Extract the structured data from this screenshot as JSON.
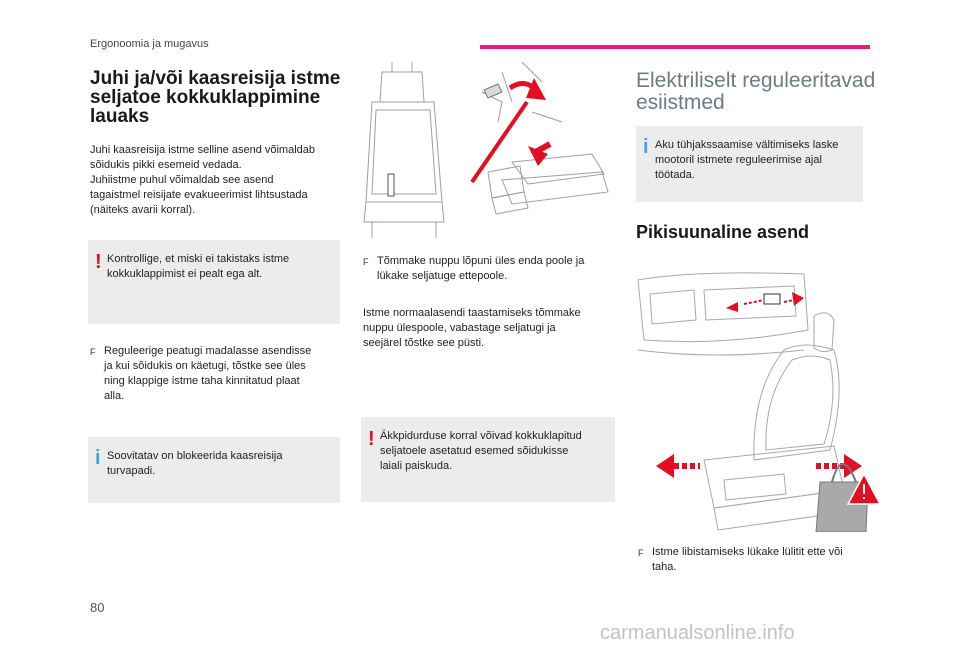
{
  "header": {
    "section": "Ergonoomia ja mugavus"
  },
  "col1": {
    "title_line1": "Juhi ja/või kaasreisija istme",
    "title_line2": "seljatoe kokkuklappimine",
    "title_line3": "lauaks",
    "intro_line1": "Juhi kaasreisija istme selline asend võimaldab",
    "intro_line2": "sõidukis pikki esemeid vedada.",
    "intro_line3": "Juhiistme puhul võimaldab see asend",
    "intro_line4": "tagaistmel reisijate evakueerimist lihtsustada",
    "intro_line5": "(näiteks avarii korral).",
    "warning_line1": "Kontrollige, et miski ei takistaks istme",
    "warning_line2": "kokkuklappimist ei pealt ega alt.",
    "step_line1": "Reguleerige peatugi madalasse asendisse",
    "step_line2": "ja kui sõidukis on käetugi, tõstke see üles",
    "step_line3": "ning klappige istme taha kinnitatud plaat",
    "step_line4": "alla.",
    "info_line1": "Soovitatav on blokeerida kaasreisija",
    "info_line2": "turvapadi."
  },
  "col2": {
    "step_line1": "Tõmmake nuppu lõpuni üles enda poole ja",
    "step_line2": "lükake seljatuge ettepoole.",
    "restore_line1": "Istme normaalasendi taastamiseks tõmmake",
    "restore_line2": "nuppu ülespoole, vabastage seljatugi ja",
    "restore_line3": "seejärel tõstke see püsti.",
    "warning_line1": "Äkkpidurduse korral võivad kokkuklapitud",
    "warning_line2": "seljatoele asetatud esemed sõidukisse",
    "warning_line3": "laiali paiskuda."
  },
  "col3": {
    "title_line1": "Elektriliselt reguleeritavad",
    "title_line2": "esiistmed",
    "info_line1": "Aku tühjakssaamise vältimiseks laske",
    "info_line2": "mootoril istmete reguleerimise ajal",
    "info_line3": "töötada.",
    "subtitle": "Pikisuunaline asend",
    "step_line1": "Istme libistamiseks lükake lülitit ette või",
    "step_line2": "taha."
  },
  "symbols": {
    "warning": "!",
    "info": "i",
    "bullet": "F"
  },
  "footer": {
    "page": "80",
    "watermark": "carmanualsonline.info"
  },
  "colors": {
    "accent": "#e6207a",
    "warning": "#e10f21",
    "info": "#35a8e0",
    "box": "#ececec",
    "heading_grey": "#6b7c85"
  },
  "icons": [
    "warning-icon",
    "info-icon",
    "seat-fold-illustration",
    "seat-slide-illustration",
    "bag-warning-icon"
  ]
}
